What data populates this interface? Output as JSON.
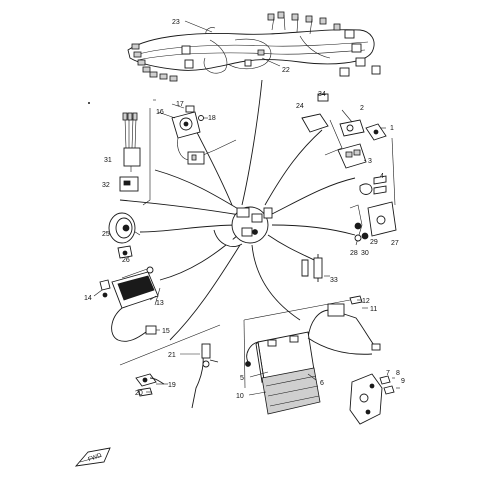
{
  "labels": {
    "p1": "1",
    "p2": "2",
    "p3": "3",
    "p4": "4",
    "p5": "5",
    "p6": "6",
    "p7": "7",
    "p8": "8",
    "p9": "9",
    "p10": "10",
    "p11": "11",
    "p12": "12",
    "p13": "13",
    "p14": "14",
    "p15": "15",
    "p16": "16",
    "p17": "17",
    "p18": "18",
    "p19": "19",
    "p20": "20",
    "p21": "21",
    "p22": "22",
    "p23": "23",
    "p24": "24",
    "p25": "25",
    "p26": "26",
    "p27": "27",
    "p28": "28",
    "p29": "29",
    "p30": "30",
    "p31": "31",
    "p32": "32",
    "p33": "33",
    "p34": "34"
  },
  "front_arrow_text": "FWD"
}
